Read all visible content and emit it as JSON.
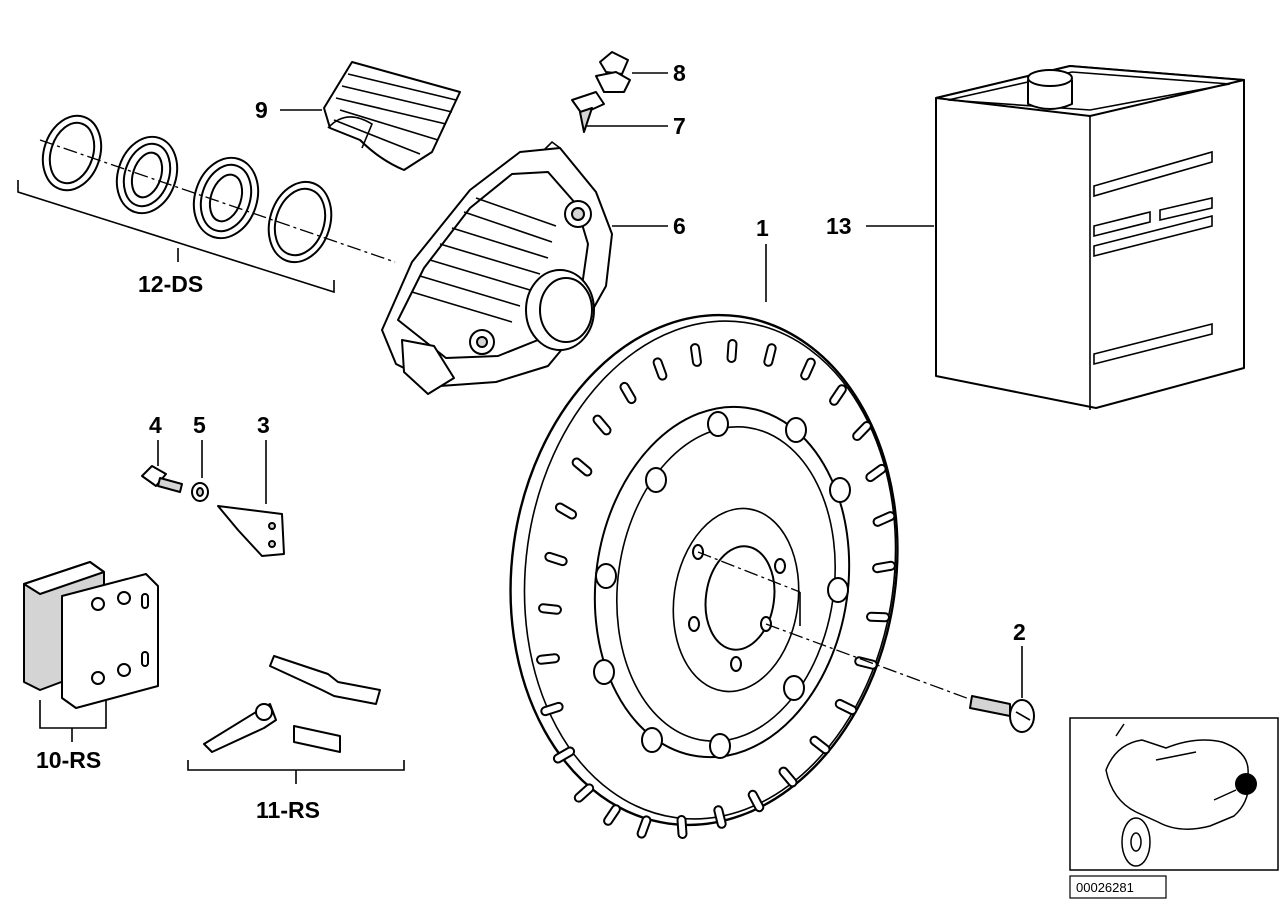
{
  "callouts": {
    "c1": "1",
    "c2": "2",
    "c3": "3",
    "c4": "4",
    "c5": "5",
    "c6": "6",
    "c7": "7",
    "c8": "8",
    "c9": "9",
    "c10": "10-RS",
    "c11": "11-RS",
    "c12": "12-DS",
    "c13": "13"
  },
  "reference_number": "00026281",
  "icons": {
    "thumbnail": "motorcycle-icon",
    "brake_disc": "brake-disc-icon",
    "can": "fluid-can-icon"
  }
}
